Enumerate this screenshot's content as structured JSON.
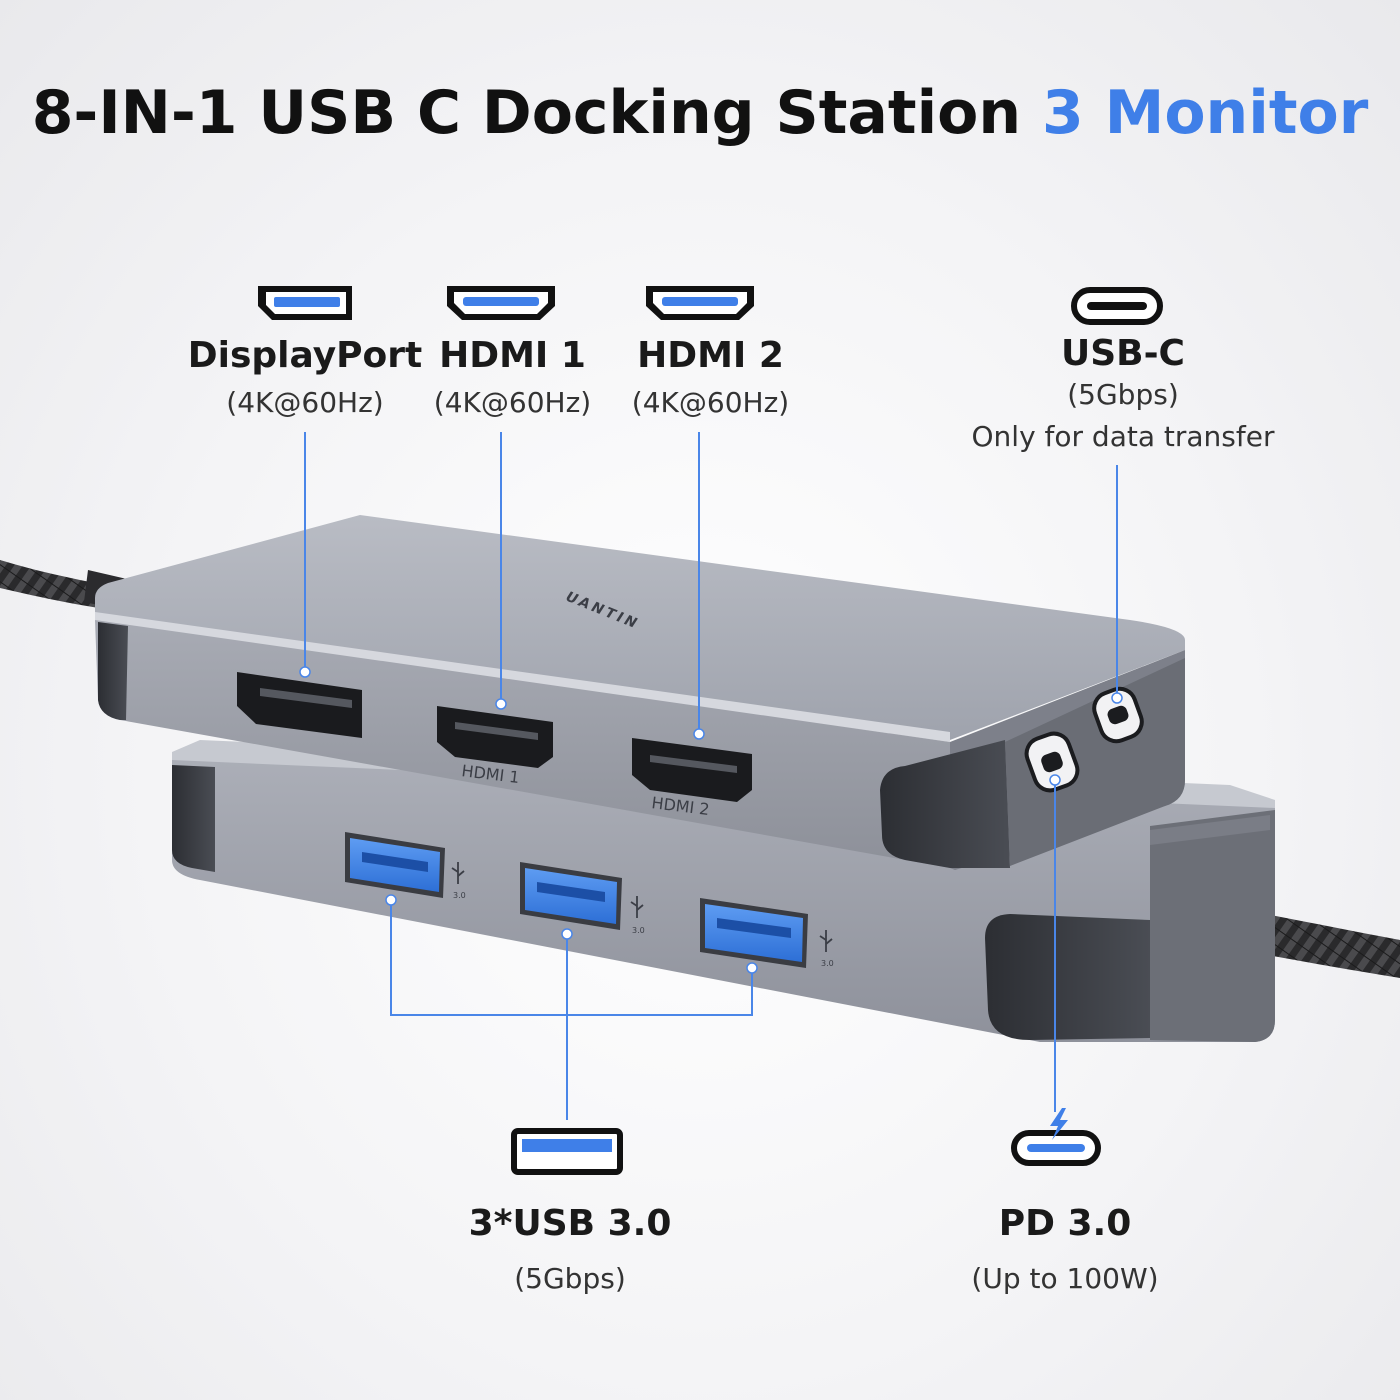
{
  "title": {
    "main": "8-IN-1 USB C Docking Station",
    "accent": "3 Monitor"
  },
  "labels": {
    "displayport": {
      "name": "DisplayPort",
      "spec": "(4K@60Hz)"
    },
    "hdmi1": {
      "name": "HDMI 1",
      "spec": "(4K@60Hz)"
    },
    "hdmi2": {
      "name": "HDMI 2",
      "spec": "(4K@60Hz)"
    },
    "usbc": {
      "name": "USB-C",
      "spec": "(5Gbps)",
      "note": "Only for data transfer"
    },
    "usb3": {
      "name": "3*USB 3.0",
      "spec": "(5Gbps)"
    },
    "pd": {
      "name": "PD 3.0",
      "spec": "(Up to 100W)"
    }
  },
  "device": {
    "brand": "UANTIN",
    "port_labels": {
      "hdmi1": "HDMI 1",
      "hdmi2": "HDMI 2",
      "usb_version": "3.0"
    }
  },
  "colors": {
    "accent": "#3f7fe8",
    "leader": "#4a86e8",
    "usb_blue": "#3f7fe8"
  },
  "icons": [
    "displayport-icon",
    "hdmi-icon",
    "usb-c-icon",
    "usb-a-icon",
    "usb-c-charging-icon",
    "usb-trident-icon",
    "braided-cable"
  ]
}
